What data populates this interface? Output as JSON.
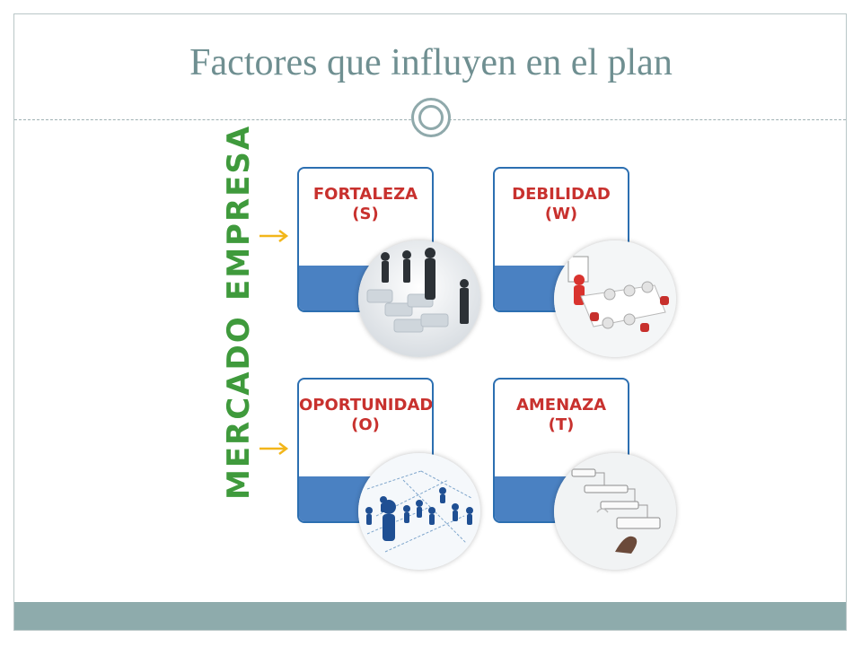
{
  "slide": {
    "title": "Factores que influyen en el plan"
  },
  "rows": [
    {
      "label": "EMPRESA"
    },
    {
      "label": "MERCADO"
    }
  ],
  "cards": [
    {
      "name": "FORTALEZA",
      "code": "(S)",
      "image": "business-people-on-puzzle"
    },
    {
      "name": "DEBILIDAD",
      "code": "(W)",
      "image": "meeting-figures-at-table"
    },
    {
      "name": "OPORTUNIDAD",
      "code": "(O)",
      "image": "people-network"
    },
    {
      "name": "AMENAZA",
      "code": "(T)",
      "image": "process-flowchart-on-glass"
    }
  ],
  "colors": {
    "title": "#6f8f91",
    "side_label": "#3f9a3c",
    "card_title": "#c8312e",
    "card_band": "#4a81c2",
    "card_border": "#2c6fb1",
    "arrow": "#f2b61a",
    "footer": "#8eabac"
  }
}
